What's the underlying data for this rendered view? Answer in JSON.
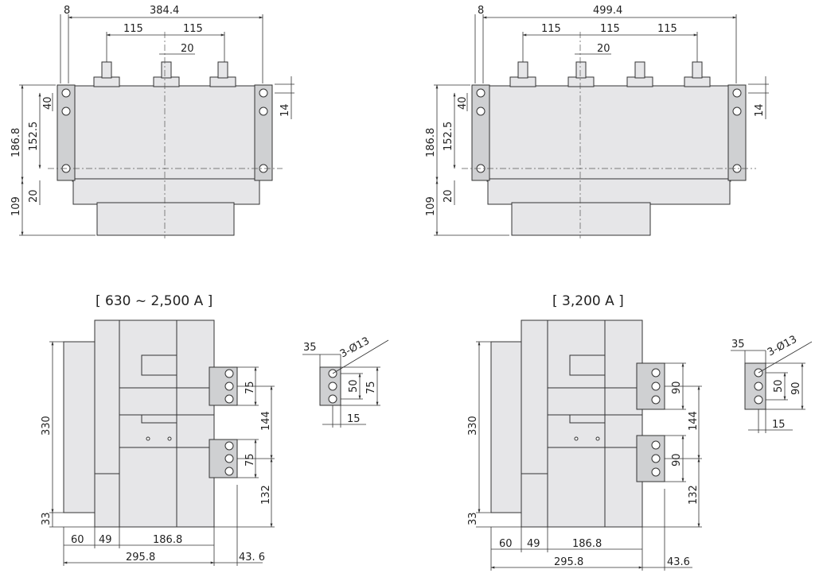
{
  "top_left": {
    "dims": {
      "flange": "8",
      "overall_width": "384.4",
      "pitch_a": "115",
      "pitch_b": "115",
      "terminal": "20",
      "height": "186.8",
      "hole_span": "152.5",
      "top_offset": "40",
      "side": "14",
      "bottom_offset": "20",
      "depth": "109"
    }
  },
  "top_right": {
    "dims": {
      "flange": "8",
      "overall_width": "499.4",
      "pitch_a": "115",
      "pitch_b": "115",
      "pitch_c": "115",
      "terminal": "20",
      "height": "186.8",
      "hole_span": "152.5",
      "top_offset": "40",
      "side": "14",
      "bottom_offset": "20",
      "depth": "109"
    }
  },
  "bottom_left": {
    "title": "[ 630 ~ 2,500 A ]",
    "dims": {
      "height": "330",
      "base": "33",
      "bar_pitch": "75",
      "bar_pitch2": "75",
      "bar_gap": "144",
      "bar_low": "132",
      "w1": "60",
      "w2": "49",
      "w3": "186.8",
      "w_total": "295.8",
      "w_bar": "43. 6"
    },
    "detail": {
      "width": "35",
      "holes": "3-Ø13",
      "pitch": "50",
      "length": "75",
      "offset": "15"
    }
  },
  "bottom_right": {
    "title": "[ 3,200 A ]",
    "dims": {
      "height": "330",
      "base": "33",
      "bar_pitch": "90",
      "bar_pitch2": "90",
      "bar_gap": "144",
      "bar_low": "132",
      "w1": "60",
      "w2": "49",
      "w3": "186.8",
      "w_total": "295.8",
      "w_bar": "43.6"
    },
    "detail": {
      "width": "35",
      "holes": "3-Ø13",
      "pitch": "50",
      "length": "90",
      "offset": "15"
    }
  }
}
